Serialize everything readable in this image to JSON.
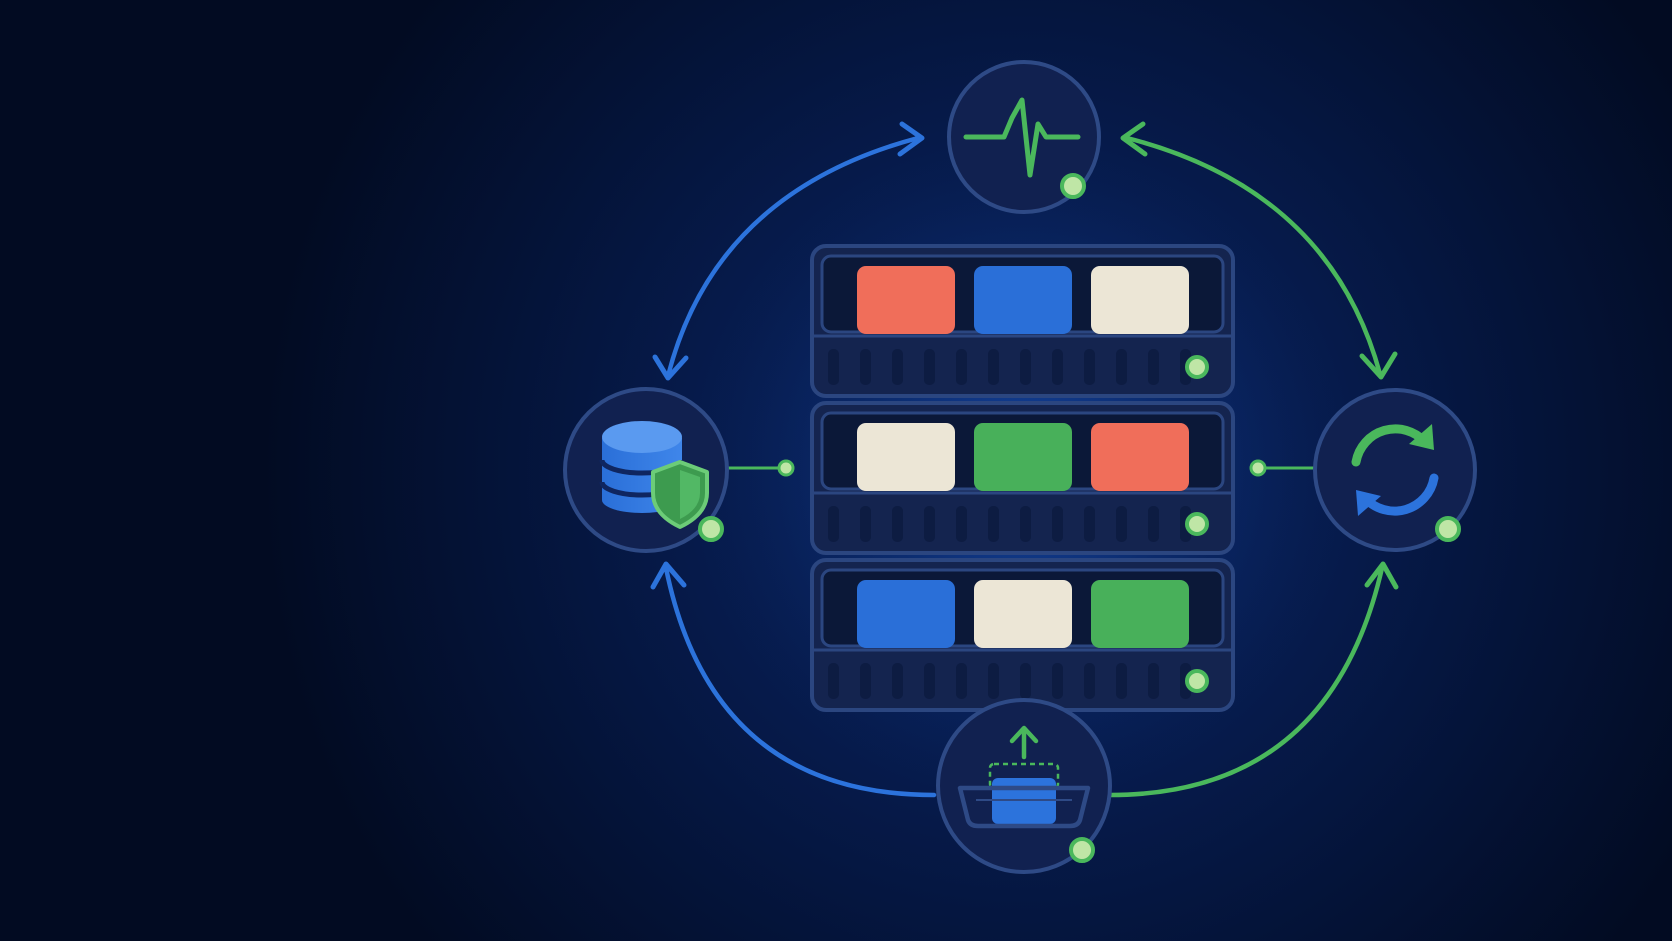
{
  "colors": {
    "background_outer": "#020b22",
    "background_center": "#0a2a6e",
    "panel_fill": "#14244f",
    "panel_stroke": "#2b4680",
    "node_fill": "#112150",
    "node_stroke": "#2e4a86",
    "accent_blue": "#2c73dc",
    "accent_green": "#4ab85c",
    "status_dot": "#bfe6a6",
    "block_red": "#f06e5a",
    "block_blue": "#2a6fd8",
    "block_cream": "#ece6d6",
    "block_green": "#48b05a"
  },
  "rack": {
    "shelves": [
      {
        "blocks": [
          "red",
          "blue",
          "cream"
        ]
      },
      {
        "blocks": [
          "cream",
          "green",
          "red"
        ]
      },
      {
        "blocks": [
          "blue",
          "cream",
          "green"
        ]
      }
    ]
  },
  "nodes": [
    {
      "id": "monitoring",
      "icon": "heartbeat-pulse-icon"
    },
    {
      "id": "secure-storage",
      "icon": "database-shield-icon"
    },
    {
      "id": "sync",
      "icon": "refresh-cycle-icon"
    },
    {
      "id": "deploy",
      "icon": "upload-tray-icon"
    }
  ],
  "arcs": [
    {
      "from": "secure-storage",
      "to": "monitoring",
      "color": "accent_blue",
      "bidirectional": true
    },
    {
      "from": "monitoring",
      "to": "sync",
      "color": "accent_green",
      "bidirectional": true
    },
    {
      "from": "sync",
      "to": "deploy",
      "color": "accent_green",
      "bidirectional": false
    },
    {
      "from": "deploy",
      "to": "secure-storage",
      "color": "accent_blue",
      "bidirectional": false
    }
  ]
}
